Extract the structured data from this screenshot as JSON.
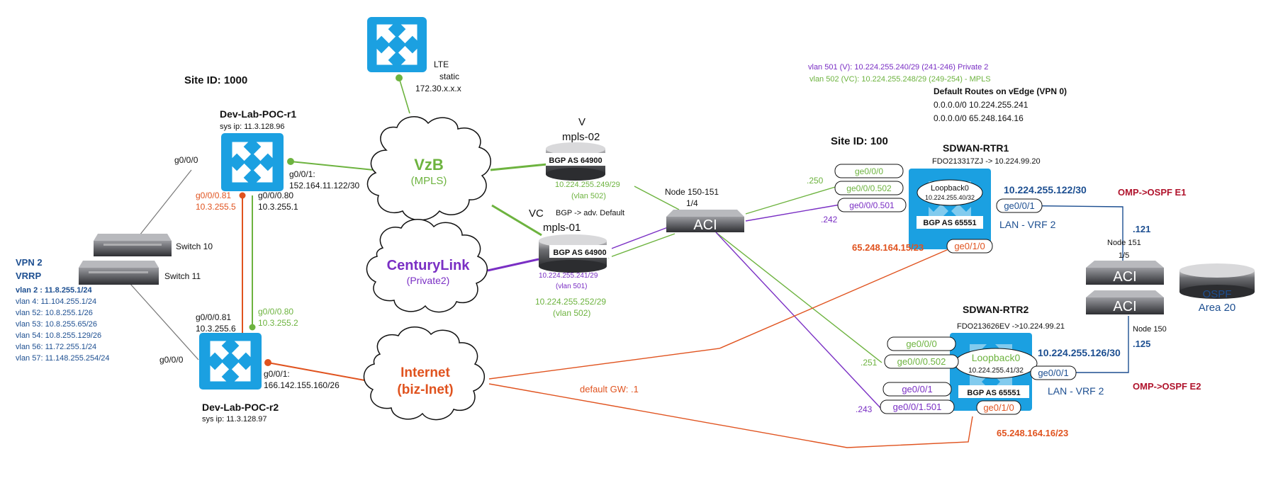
{
  "colors": {
    "green": "#6db33f",
    "orange": "#e0531f",
    "purple": "#7a2fc4",
    "darkblue": "#1d4f91",
    "maroon": "#b0132c",
    "cisco_blue": "#1ba0e1",
    "gray_line": "#777777"
  },
  "icons": {
    "router": "router-icon",
    "switch": "switch-icon",
    "cloud": "cloud-icon",
    "aci": "aci-switch-icon",
    "legacy_router": "legacy-router-icon"
  },
  "site1": {
    "site_id": "Site ID: 1000",
    "r1": {
      "name": "Dev-Lab-POC-r1",
      "sysip": "sys ip:  11.3.128.96"
    },
    "r2": {
      "name": "Dev-Lab-POC-r2",
      "sysip": "sys ip:   11.3.128.97"
    },
    "r1_if_left": "g0/0/0",
    "r2_if_left": "g0/0/0",
    "r1_g001": [
      "g0/0/1:",
      "152.164.11.122/30"
    ],
    "r1_g0081": [
      "g0/0/0.81",
      "10.3.255.5"
    ],
    "r1_g0080": [
      "g0/0/0.80",
      "10.3.255.1"
    ],
    "r2_g0081": [
      "g0/0/0.81",
      "10.3.255.6"
    ],
    "r2_g0080": [
      "g0/0/0.80",
      "10.3.255.2"
    ],
    "r2_g001": [
      "g0/0/1:",
      "166.142.155.160/26"
    ],
    "switch10": "Switch 10",
    "switch11": "Switch 11",
    "vpn": {
      "title1": "VPN 2",
      "title2": "VRRP",
      "vlans": [
        "vlan 2 : 11.8.255.1/24",
        "vlan 4: 11.104.255.1/24",
        "vlan 52: 10.8.255.1/26",
        "vlan 53: 10.8.255.65/26",
        "vlan 54: 10.8.255.129/26",
        "vlan 56: 11.72.255.1/24",
        "vlan 57: 11.148.255.254/24"
      ]
    }
  },
  "lte": {
    "lines": [
      "LTE",
      "static",
      "172.30.x.x.x"
    ]
  },
  "clouds": {
    "vzb": {
      "name": "VzB",
      "sub": "(MPLS)"
    },
    "centurylink": {
      "name": "CenturyLink",
      "sub": "(Private2)"
    },
    "internet": {
      "name": "Internet",
      "sub": "(biz-Inet)"
    }
  },
  "mpls02": {
    "title1": "V",
    "title2": "mpls-02",
    "bgp": "BGP AS 64900",
    "ip": "10.224.255.249/29",
    "vlan": "(vlan 502)"
  },
  "mpls01": {
    "title1": "VC",
    "title2": "mpls-01",
    "bgp_note": "BGP -> adv. Default",
    "bgp": "BGP AS 64900",
    "ip": "10.224.255.241/29",
    "vlan": "(vlan 501)",
    "ip2": "10.224.255.252/29",
    "vlan2": "(vlan 502)"
  },
  "aci_center": {
    "label": "ACI",
    "node": "Node 150-151",
    "port": "1/4"
  },
  "top_notes": {
    "vlan501": "vlan 501 (V): 10.224.255.240/29 (241-246) Private 2",
    "vlan502": "vlan 502 (VC): 10.224.255.248/29 (249-254) - MPLS",
    "routes_title": "Default Routes on vEdge (VPN 0)",
    "route1": "0.0.0.0/0  10.224.255.241",
    "route2": "0.0.0.0/0  65.248.164.16"
  },
  "site2": {
    "site_id": "Site ID: 100"
  },
  "rtr1": {
    "name": "SDWAN-RTR1",
    "serial": "FDO213317ZJ -> 10.224.99.20",
    "loop": "Loopback0",
    "loop_ip": "10.224.255.40/32",
    "bgp": "BGP AS 65551",
    "ifs": [
      "ge0/0/0",
      "ge0/0/0.502",
      "ge0/0/0.501"
    ],
    "hosts": [
      ".250",
      ".242"
    ],
    "ge010": "ge0/1/0",
    "public": "65.248.164.15/23",
    "ge001": "ge0/0/1",
    "lan_net": "10.224.255.122/30",
    "lan_vrf": "LAN - VRF 2",
    "omp": "OMP->OSPF E1",
    "peer_host": ".121"
  },
  "rtr2": {
    "name": "SDWAN-RTR2",
    "serial": "FDO213626EV ->10.224.99.21",
    "loop": "Loopback0",
    "loop_ip": "10.224.255.41/32",
    "bgp": "BGP AS 65551",
    "ifs": [
      "ge0/0/0",
      "ge0/0/0.502",
      "ge0/0/1",
      "ge0/0/1.501"
    ],
    "hosts": [
      ".251",
      ".243"
    ],
    "ge010": "ge0/1/0",
    "public": "65.248.164.16/23",
    "ge001": "ge0/0/1",
    "lan_net": "10.224.255.126/30",
    "lan_vrf": "LAN - VRF 2",
    "omp": "OMP->OSPF E2",
    "peer_host": ".125"
  },
  "default_gw": "default GW: .1",
  "aci_right": {
    "label1": "ACI",
    "label2": "ACI",
    "node151": "Node 151",
    "port151": "1/5",
    "node150": "Node 150"
  },
  "ospf": {
    "name": "OSPF",
    "area": "Area 20"
  }
}
